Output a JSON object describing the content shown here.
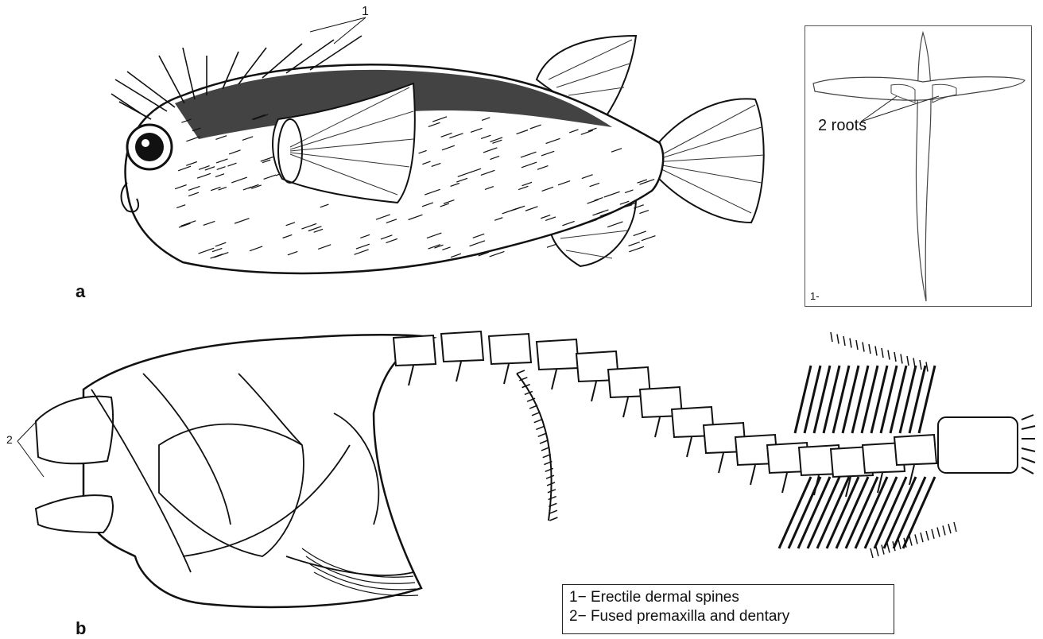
{
  "panels": {
    "a": "a",
    "b": "b"
  },
  "callouts": {
    "spines_marker": "1",
    "jaw_marker": "2",
    "inset_marker": "1-",
    "roots_label": "2 roots"
  },
  "legend": {
    "item1": "1− Erectile dermal spines",
    "item2": "2− Fused premaxilla and dentary"
  }
}
